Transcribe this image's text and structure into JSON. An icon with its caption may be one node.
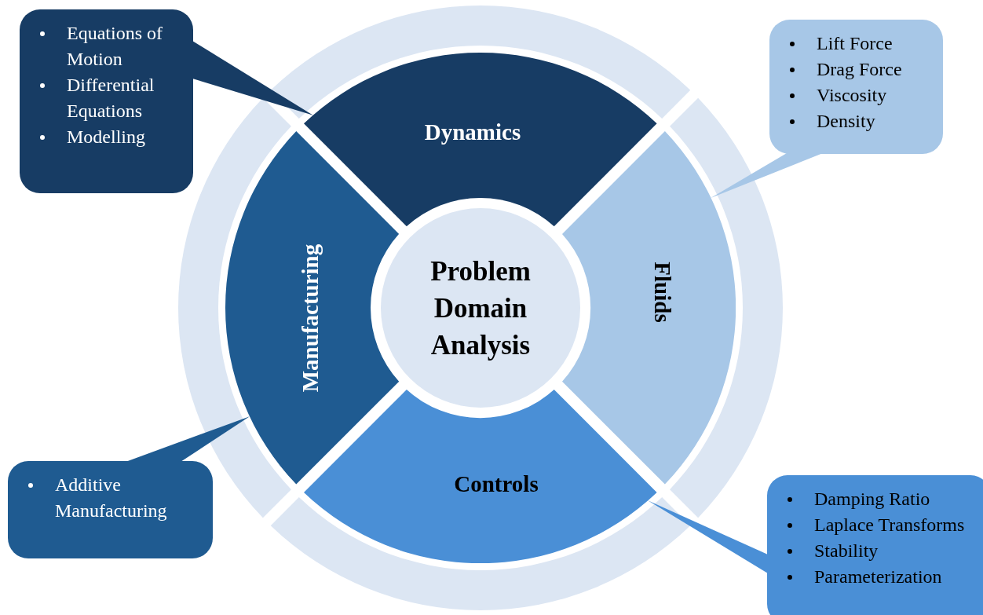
{
  "diagram": {
    "nodes": [
      {
        "text": [
          "Equations of Motion",
          "Differential Equations",
          "Modelling"
        ]
      },
      {
        "text": [
          "Lift Force",
          "Drag Force",
          "Viscosity",
          "Density"
        ]
      },
      {
        "text": [
          "Dynamics"
        ]
      },
      {
        "text": [
          "Manufacturing"
        ]
      },
      {
        "text": [
          "Problem Domain Analysis"
        ]
      },
      {
        "text": [
          "Fluids"
        ]
      },
      {
        "text": [
          "Controls"
        ]
      },
      {
        "text": [
          "Additive Manufacturing"
        ]
      },
      {
        "text": [
          "Damping Ratio",
          "Laplace Transforms",
          "Stability",
          "Parameterization"
        ]
      }
    ],
    "edges": [
      {
        "from": 0,
        "to": 2,
        "arrow": "none"
      },
      {
        "from": 1,
        "to": 5,
        "arrow": "none"
      },
      {
        "from": 7,
        "to": 3,
        "arrow": "none"
      },
      {
        "from": 8,
        "to": 6,
        "arrow": "none"
      }
    ]
  }
}
